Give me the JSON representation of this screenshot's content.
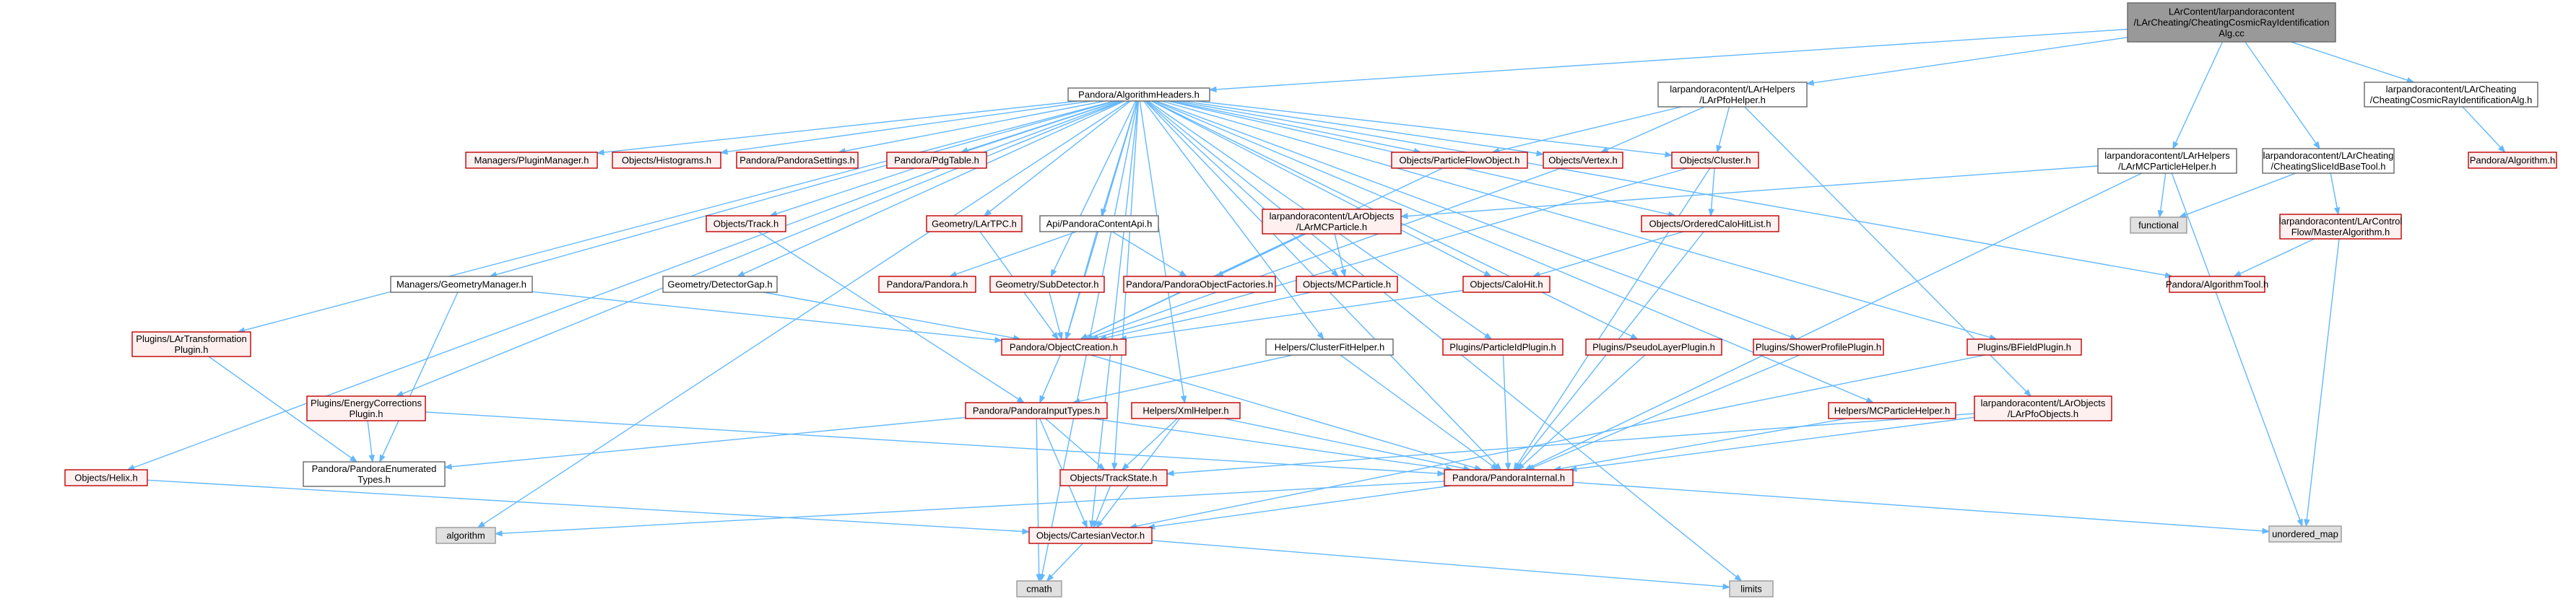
{
  "colors": {
    "root_fill": "#999999",
    "root_stroke": "#666666",
    "header_fill": "#ffffff",
    "header_stroke": "#666666",
    "missing_fill": "#fff0f0",
    "missing_stroke": "#bf0000",
    "system_fill": "#e0e0e0",
    "system_stroke": "#999999",
    "edge": "#63b8ff"
  },
  "diagram": {
    "nodes": [
      {
        "id": "root",
        "kind": "root",
        "lines": [
          "LArContent/larpandoracontent",
          "/LArCheating/CheatingCosmicRayIdentification",
          "Alg.cc"
        ]
      },
      {
        "id": "algheaders",
        "kind": "header",
        "lines": [
          "Pandora/AlgorithmHeaders.h"
        ]
      },
      {
        "id": "pfohelper",
        "kind": "header",
        "lines": [
          "larpandoracontent/LArHelpers",
          "/LArPfoHelper.h"
        ]
      },
      {
        "id": "cheatcrid",
        "kind": "header",
        "lines": [
          "larpandoracontent/LArCheating",
          "/CheatingCosmicRayIdentificationAlg.h"
        ]
      },
      {
        "id": "algorithm_h",
        "kind": "missing",
        "lines": [
          "Pandora/Algorithm.h"
        ]
      },
      {
        "id": "mcparticlehelper",
        "kind": "header",
        "lines": [
          "larpandoracontent/LArHelpers",
          "/LArMCParticleHelper.h"
        ]
      },
      {
        "id": "slicetool",
        "kind": "header",
        "lines": [
          "larpandoracontent/LArCheating",
          "/CheatingSliceIdBaseTool.h"
        ]
      },
      {
        "id": "functional",
        "kind": "system",
        "lines": [
          "functional"
        ]
      },
      {
        "id": "masteralg",
        "kind": "missing",
        "lines": [
          "larpandoracontent/LArControl",
          "Flow/MasterAlgorithm.h"
        ]
      },
      {
        "id": "algtool",
        "kind": "missing",
        "lines": [
          "Pandora/AlgorithmTool.h"
        ]
      },
      {
        "id": "unordered_map",
        "kind": "system",
        "lines": [
          "unordered_map"
        ]
      },
      {
        "id": "pluginmanager",
        "kind": "missing",
        "lines": [
          "Managers/PluginManager.h"
        ]
      },
      {
        "id": "histograms",
        "kind": "missing",
        "lines": [
          "Objects/Histograms.h"
        ]
      },
      {
        "id": "pandorasettings",
        "kind": "missing",
        "lines": [
          "Pandora/PandoraSettings.h"
        ]
      },
      {
        "id": "pdgtable",
        "kind": "missing",
        "lines": [
          "Pandora/PdgTable.h"
        ]
      },
      {
        "id": "pfo",
        "kind": "missing",
        "lines": [
          "Objects/ParticleFlowObject.h"
        ]
      },
      {
        "id": "vertex",
        "kind": "missing",
        "lines": [
          "Objects/Vertex.h"
        ]
      },
      {
        "id": "cluster",
        "kind": "missing",
        "lines": [
          "Objects/Cluster.h"
        ]
      },
      {
        "id": "track",
        "kind": "missing",
        "lines": [
          "Objects/Track.h"
        ]
      },
      {
        "id": "lartpc",
        "kind": "missing",
        "lines": [
          "Geometry/LArTPC.h"
        ]
      },
      {
        "id": "contentapi",
        "kind": "header",
        "lines": [
          "Api/PandoraContentApi.h"
        ]
      },
      {
        "id": "larmcparticle",
        "kind": "missing",
        "lines": [
          "larpandoracontent/LArObjects",
          "/LArMCParticle.h"
        ]
      },
      {
        "id": "orderedcalo",
        "kind": "missing",
        "lines": [
          "Objects/OrderedCaloHitList.h"
        ]
      },
      {
        "id": "geommanager",
        "kind": "header",
        "lines": [
          "Managers/GeometryManager.h"
        ]
      },
      {
        "id": "detectorgap",
        "kind": "header",
        "lines": [
          "Geometry/DetectorGap.h"
        ]
      },
      {
        "id": "pandora_h",
        "kind": "missing",
        "lines": [
          "Pandora/Pandora.h"
        ]
      },
      {
        "id": "subdetector",
        "kind": "missing",
        "lines": [
          "Geometry/SubDetector.h"
        ]
      },
      {
        "id": "objfactories",
        "kind": "missing",
        "lines": [
          "Pandora/PandoraObjectFactories.h"
        ]
      },
      {
        "id": "mcparticle",
        "kind": "missing",
        "lines": [
          "Objects/MCParticle.h"
        ]
      },
      {
        "id": "calohit",
        "kind": "missing",
        "lines": [
          "Objects/CaloHit.h"
        ]
      },
      {
        "id": "transformplugin",
        "kind": "missing",
        "lines": [
          "Plugins/LArTransformation",
          "Plugin.h"
        ]
      },
      {
        "id": "objcreation",
        "kind": "missing",
        "lines": [
          "Pandora/ObjectCreation.h"
        ]
      },
      {
        "id": "clusterfithelper",
        "kind": "header",
        "lines": [
          "Helpers/ClusterFitHelper.h"
        ]
      },
      {
        "id": "pidplugin",
        "kind": "missing",
        "lines": [
          "Plugins/ParticleIdPlugin.h"
        ]
      },
      {
        "id": "pseudolayer",
        "kind": "missing",
        "lines": [
          "Plugins/PseudoLayerPlugin.h"
        ]
      },
      {
        "id": "showerprofile",
        "kind": "missing",
        "lines": [
          "Plugins/ShowerProfilePlugin.h"
        ]
      },
      {
        "id": "bfield",
        "kind": "missing",
        "lines": [
          "Plugins/BFieldPlugin.h"
        ]
      },
      {
        "id": "energycorr",
        "kind": "missing",
        "lines": [
          "Plugins/EnergyCorrections",
          "Plugin.h"
        ]
      },
      {
        "id": "inputtypes",
        "kind": "missing",
        "lines": [
          "Pandora/PandoraInputTypes.h"
        ]
      },
      {
        "id": "xmlhelper",
        "kind": "missing",
        "lines": [
          "Helpers/XmlHelper.h"
        ]
      },
      {
        "id": "mcparticlehelper2",
        "kind": "missing",
        "lines": [
          "Helpers/MCParticleHelper.h"
        ]
      },
      {
        "id": "larpfoobjects",
        "kind": "missing",
        "lines": [
          "larpandoracontent/LArObjects",
          "/LArPfoObjects.h"
        ]
      },
      {
        "id": "enumtypes",
        "kind": "header",
        "lines": [
          "Pandora/PandoraEnumerated",
          "Types.h"
        ]
      },
      {
        "id": "helix",
        "kind": "missing",
        "lines": [
          "Objects/Helix.h"
        ]
      },
      {
        "id": "trackstate",
        "kind": "missing",
        "lines": [
          "Objects/TrackState.h"
        ]
      },
      {
        "id": "internal",
        "kind": "missing",
        "lines": [
          "Pandora/PandoraInternal.h"
        ]
      },
      {
        "id": "algorithm",
        "kind": "system",
        "lines": [
          "algorithm"
        ]
      },
      {
        "id": "cartesian",
        "kind": "missing",
        "lines": [
          "Objects/CartesianVector.h"
        ]
      },
      {
        "id": "limits",
        "kind": "system",
        "lines": [
          "limits"
        ]
      },
      {
        "id": "cmath",
        "kind": "system",
        "lines": [
          "cmath"
        ]
      }
    ],
    "edges": [
      [
        "root",
        "algheaders"
      ],
      [
        "root",
        "pfohelper"
      ],
      [
        "root",
        "cheatcrid"
      ],
      [
        "root",
        "mcparticlehelper"
      ],
      [
        "root",
        "slicetool"
      ],
      [
        "cheatcrid",
        "algorithm_h"
      ],
      [
        "pfohelper",
        "pfo"
      ],
      [
        "pfohelper",
        "vertex"
      ],
      [
        "pfohelper",
        "cluster"
      ],
      [
        "pfohelper",
        "larpfoobjects"
      ],
      [
        "mcparticlehelper",
        "larmcparticle"
      ],
      [
        "mcparticlehelper",
        "functional"
      ],
      [
        "mcparticlehelper",
        "unordered_map"
      ],
      [
        "mcparticlehelper",
        "internal"
      ],
      [
        "slicetool",
        "functional"
      ],
      [
        "slicetool",
        "masteralg"
      ],
      [
        "masteralg",
        "algtool"
      ],
      [
        "masteralg",
        "unordered_map"
      ],
      [
        "algheaders",
        "pluginmanager"
      ],
      [
        "algheaders",
        "histograms"
      ],
      [
        "algheaders",
        "pandorasettings"
      ],
      [
        "algheaders",
        "pdgtable"
      ],
      [
        "algheaders",
        "pfo"
      ],
      [
        "algheaders",
        "vertex"
      ],
      [
        "algheaders",
        "cluster"
      ],
      [
        "algheaders",
        "track"
      ],
      [
        "algheaders",
        "lartpc"
      ],
      [
        "algheaders",
        "contentapi"
      ],
      [
        "algheaders",
        "orderedcalo"
      ],
      [
        "algheaders",
        "geommanager"
      ],
      [
        "algheaders",
        "detectorgap"
      ],
      [
        "algheaders",
        "subdetector"
      ],
      [
        "algheaders",
        "mcparticle"
      ],
      [
        "algheaders",
        "calohit"
      ],
      [
        "algheaders",
        "transformplugin"
      ],
      [
        "algheaders",
        "objcreation"
      ],
      [
        "algheaders",
        "clusterfithelper"
      ],
      [
        "algheaders",
        "pidplugin"
      ],
      [
        "algheaders",
        "pseudolayer"
      ],
      [
        "algheaders",
        "showerprofile"
      ],
      [
        "algheaders",
        "bfield"
      ],
      [
        "algheaders",
        "energycorr"
      ],
      [
        "algheaders",
        "xmlhelper"
      ],
      [
        "algheaders",
        "mcparticlehelper2"
      ],
      [
        "algheaders",
        "helix"
      ],
      [
        "algheaders",
        "trackstate"
      ],
      [
        "algheaders",
        "cartesian"
      ],
      [
        "algheaders",
        "algorithm"
      ],
      [
        "algheaders",
        "limits"
      ],
      [
        "algheaders",
        "cmath"
      ],
      [
        "algheaders",
        "algtool"
      ],
      [
        "algheaders",
        "internal"
      ],
      [
        "pfo",
        "objcreation"
      ],
      [
        "vertex",
        "objcreation"
      ],
      [
        "cluster",
        "objcreation"
      ],
      [
        "cluster",
        "orderedcalo"
      ],
      [
        "cluster",
        "internal"
      ],
      [
        "track",
        "inputtypes"
      ],
      [
        "lartpc",
        "objcreation"
      ],
      [
        "contentapi",
        "pandora_h"
      ],
      [
        "contentapi",
        "objfactories"
      ],
      [
        "contentapi",
        "objcreation"
      ],
      [
        "larmcparticle",
        "objfactories"
      ],
      [
        "larmcparticle",
        "mcparticle"
      ],
      [
        "larmcparticle",
        "objcreation"
      ],
      [
        "orderedcalo",
        "calohit"
      ],
      [
        "orderedcalo",
        "internal"
      ],
      [
        "geommanager",
        "objcreation"
      ],
      [
        "geommanager",
        "enumtypes"
      ],
      [
        "detectorgap",
        "objcreation"
      ],
      [
        "subdetector",
        "objcreation"
      ],
      [
        "mcparticle",
        "objcreation"
      ],
      [
        "calohit",
        "objcreation"
      ],
      [
        "transformplugin",
        "enumtypes"
      ],
      [
        "objcreation",
        "inputtypes"
      ],
      [
        "objcreation",
        "internal"
      ],
      [
        "clusterfithelper",
        "inputtypes"
      ],
      [
        "clusterfithelper",
        "internal"
      ],
      [
        "pidplugin",
        "internal"
      ],
      [
        "pseudolayer",
        "internal"
      ],
      [
        "showerprofile",
        "internal"
      ],
      [
        "bfield",
        "cartesian"
      ],
      [
        "energycorr",
        "enumtypes"
      ],
      [
        "energycorr",
        "internal"
      ],
      [
        "inputtypes",
        "enumtypes"
      ],
      [
        "inputtypes",
        "trackstate"
      ],
      [
        "inputtypes",
        "cartesian"
      ],
      [
        "inputtypes",
        "cmath"
      ],
      [
        "inputtypes",
        "internal"
      ],
      [
        "xmlhelper",
        "trackstate"
      ],
      [
        "xmlhelper",
        "cartesian"
      ],
      [
        "xmlhelper",
        "internal"
      ],
      [
        "mcparticlehelper2",
        "internal"
      ],
      [
        "larpfoobjects",
        "trackstate"
      ],
      [
        "larpfoobjects",
        "internal"
      ],
      [
        "helix",
        "cartesian"
      ],
      [
        "trackstate",
        "cartesian"
      ],
      [
        "internal",
        "algorithm"
      ],
      [
        "internal",
        "unordered_map"
      ],
      [
        "internal",
        "cartesian"
      ],
      [
        "cartesian",
        "cmath"
      ],
      [
        "cartesian",
        "limits"
      ]
    ]
  }
}
